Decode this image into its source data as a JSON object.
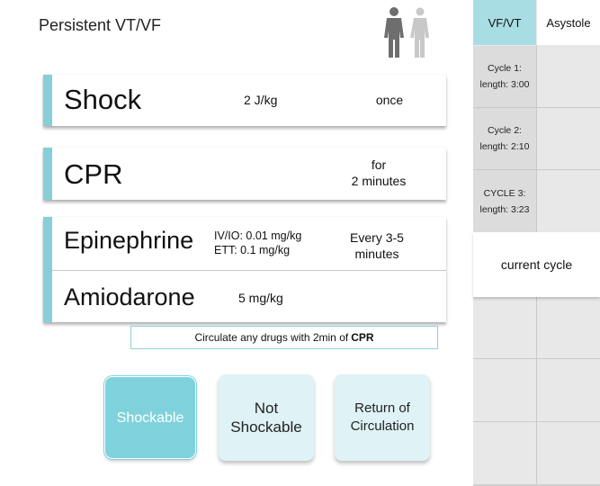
{
  "title": "Persistent VT/VF",
  "figures_icon": "two-person-silhouettes-icon",
  "cards": {
    "shock": {
      "name": "Shock",
      "dose": "2 J/kg",
      "timing": "once"
    },
    "cpr": {
      "name": "CPR",
      "timing_line1": "for",
      "timing_line2": "2 minutes"
    },
    "epinephrine": {
      "name": "Epinephrine",
      "dose_line1": "IV/IO: 0.01 mg/kg",
      "dose_line2": "ETT: 0.1 mg/kg",
      "timing_line1": "Every 3-5",
      "timing_line2": "minutes"
    },
    "amiodarone": {
      "name": "Amiodarone",
      "dose": "5 mg/kg"
    }
  },
  "note": {
    "text": "Circulate any drugs with 2min of",
    "emphasis": "CPR"
  },
  "buttons": {
    "shockable": "Shockable",
    "not_shockable_line1": "Not",
    "not_shockable_line2": "Shockable",
    "rosc_line1": "Return of",
    "rosc_line2": "Circulation"
  },
  "rhythm_columns": {
    "vf_vt": "VF/VT",
    "asystole": "Asystole"
  },
  "cycles": [
    {
      "label": "Cycle 1:",
      "length": "length: 3:00"
    },
    {
      "label": "Cycle 2:",
      "length": "length: 2:10"
    },
    {
      "label": "CYCLE 3:",
      "length": "length: 3:23"
    }
  ],
  "current_cycle": "current cycle",
  "colors": {
    "accent": "#86cfd8",
    "accent_button": "#7fd2dc",
    "header_teal": "#a9dde4",
    "light_button": "#dff2f5"
  }
}
